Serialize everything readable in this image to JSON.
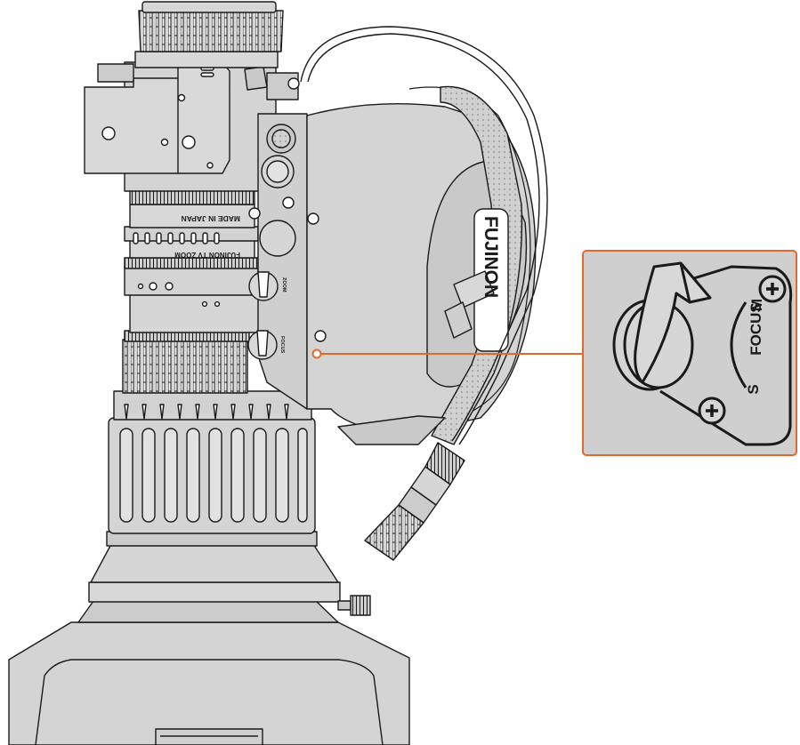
{
  "colors": {
    "body": "#d4d4d4",
    "body_dark": "#bdbdbd",
    "outline": "#1a1a1a",
    "callout": "#e06a2c",
    "callout_fill": "#cfcfcf"
  },
  "icons": [
    "zoom-lens",
    "handgrip",
    "cable-connector",
    "focus-switch"
  ],
  "lens_labels": {
    "made_in": "MADE IN JAPAN",
    "model": "FUJINON TV ZOOM",
    "grip_brand": "FUJINON",
    "zoom_switch": "ZOOM",
    "focus_switch": "FOCUS"
  },
  "callout": {
    "focus_label": "FOCUS",
    "mode_s": "S",
    "mode_m": "M"
  }
}
